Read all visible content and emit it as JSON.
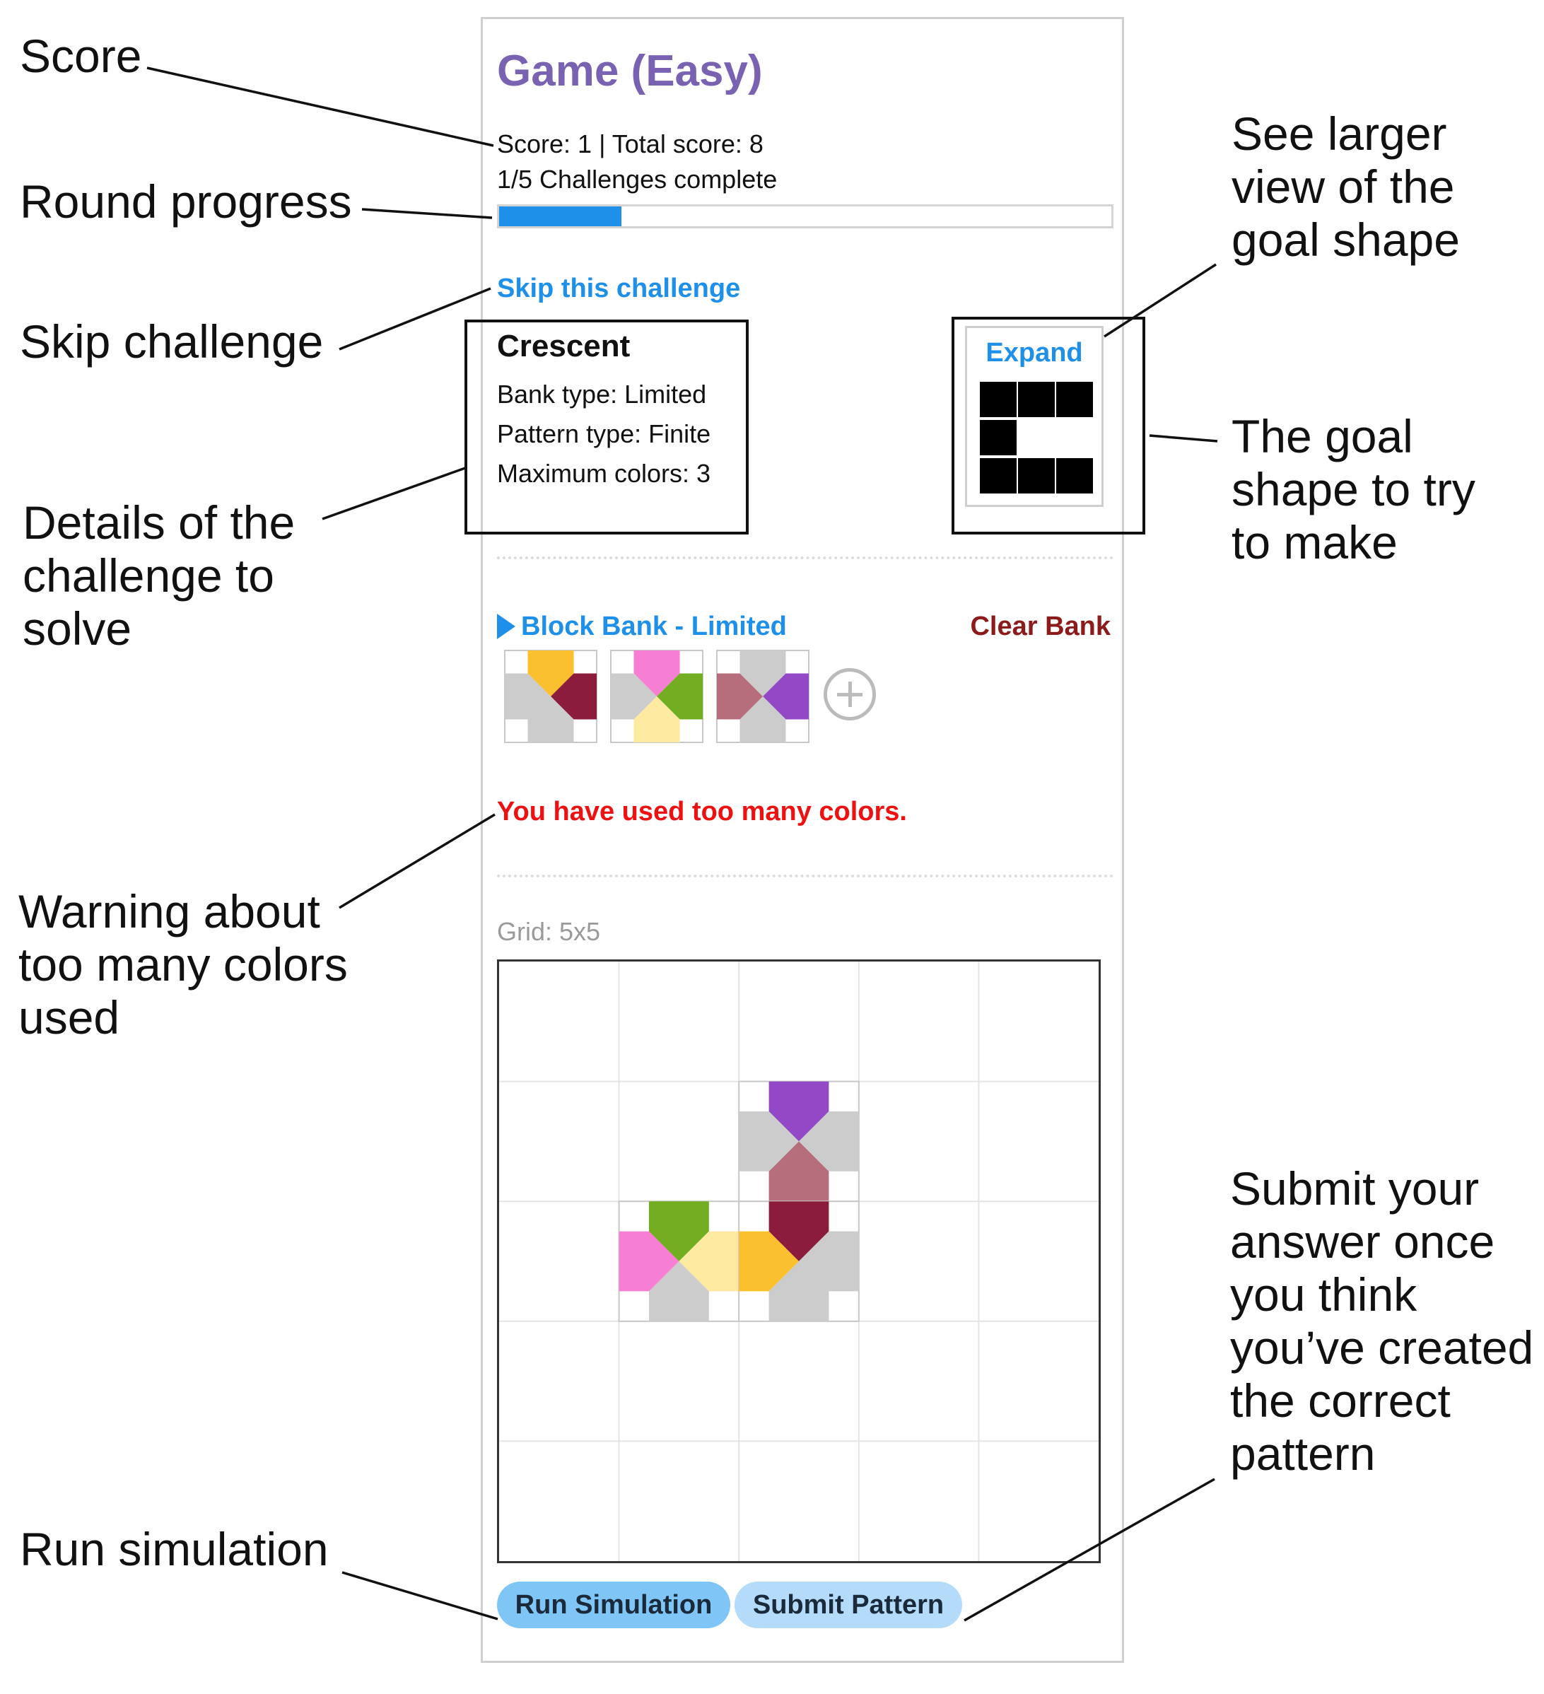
{
  "annotations": {
    "score": "Score",
    "round_progress": "Round progress",
    "skip_challenge": "Skip challenge",
    "details": [
      "Details of the",
      "challenge to",
      "solve"
    ],
    "warning": [
      "Warning about",
      "too many colors",
      "used"
    ],
    "run_simulation": "Run simulation",
    "see_larger": [
      "See larger",
      "view of the",
      "goal shape"
    ],
    "goal_shape": [
      "The goal",
      "shape to try",
      "to make"
    ],
    "submit": [
      "Submit your",
      "answer once",
      "you think",
      "you’ve created",
      "the correct",
      "pattern"
    ]
  },
  "game": {
    "title": "Game (Easy)",
    "score_text": "Score: 1 | Total score: 8",
    "challenges_text": "1/5 Challenges complete",
    "progress": 0.2,
    "skip_label": "Skip this challenge",
    "challenge": {
      "name": "Crescent",
      "bank_type": "Bank type: Limited",
      "pattern_type": "Pattern type: Finite",
      "max_colors": "Maximum colors: 3"
    },
    "goal": {
      "expand_label": "Expand",
      "shape_rows": [
        "###",
        "#..",
        "###"
      ]
    },
    "bank": {
      "toggle_label": "Block Bank - Limited",
      "clear_label": "Clear Bank",
      "blocks": [
        {
          "top": "#fbc02d",
          "right": "#8c1c3c",
          "bottom": "#cccccc",
          "left": "#cccccc"
        },
        {
          "top": "#f77fd3",
          "right": "#72ad22",
          "bottom": "#fde9a0",
          "left": "#cccccc"
        },
        {
          "top": "#cccccc",
          "right": "#9349c6",
          "bottom": "#cccccc",
          "left": "#b76e7c"
        }
      ]
    },
    "warning_text": "You have used too many colors.",
    "grid": {
      "label": "Grid: 5x5",
      "size": 5,
      "placed": [
        {
          "row": 1,
          "col": 2,
          "top": "#9349c6",
          "right": "#cccccc",
          "bottom": "#b76e7c",
          "left": "#cccccc"
        },
        {
          "row": 2,
          "col": 1,
          "top": "#72ad22",
          "right": "#fde9a0",
          "bottom": "#cccccc",
          "left": "#f77fd3"
        },
        {
          "row": 2,
          "col": 2,
          "top": "#8c1c3c",
          "right": "#cccccc",
          "bottom": "#cccccc",
          "left": "#fbc02d"
        }
      ]
    },
    "buttons": {
      "run": "Run Simulation",
      "submit": "Submit Pattern"
    }
  },
  "colors": {
    "title_purple": "#7a62b3",
    "link_blue": "#1e90ea",
    "clear_red": "#8c1c1c",
    "warning_red": "#ee1111"
  }
}
